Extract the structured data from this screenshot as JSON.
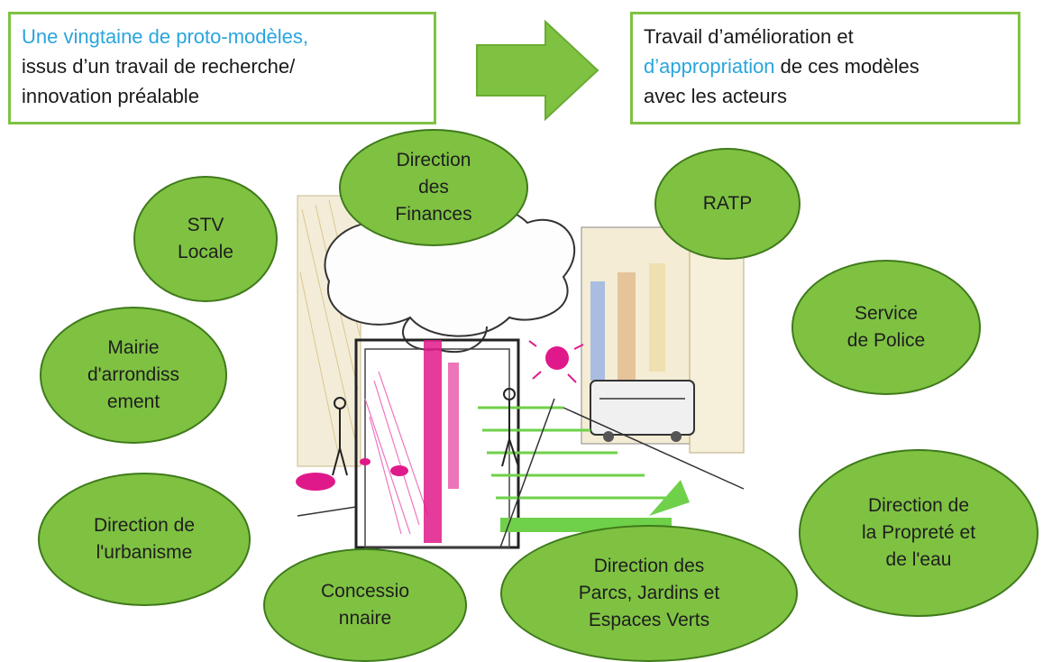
{
  "colors": {
    "accent_green": "#7fc242",
    "ellipse_border": "#3f7a1b",
    "highlight_blue": "#2aa5dd",
    "sketch_magenta": "#e0198a"
  },
  "left_box": {
    "line1": "Une vingtaine de proto-modèles,",
    "line2": "issus d’un travail de recherche/",
    "line3": "innovation préalable"
  },
  "right_box": {
    "line1": "Travail d’amélioration et",
    "line2_highlight": "d’appropriation",
    "line2_rest": " de ces modèles",
    "line3": "avec les acteurs"
  },
  "arrow": {
    "icon": "right-arrow-icon"
  },
  "actors": {
    "finances": [
      "Direction",
      "des",
      "Finances"
    ],
    "ratp": [
      "RATP"
    ],
    "stv": [
      "STV",
      "Locale"
    ],
    "police": [
      "Service",
      "de Police"
    ],
    "mairie": [
      "Mairie",
      "d'arrondiss",
      "ement"
    ],
    "urbanisme": [
      "Direction de",
      "l'urbanisme"
    ],
    "proprete": [
      "Direction de",
      "la Propreté et",
      "de l'eau"
    ],
    "concessionnaire": [
      "Concessio",
      "nnaire"
    ],
    "parcs": [
      "Direction des",
      "Parcs, Jardins et",
      "Espaces Verts"
    ]
  }
}
